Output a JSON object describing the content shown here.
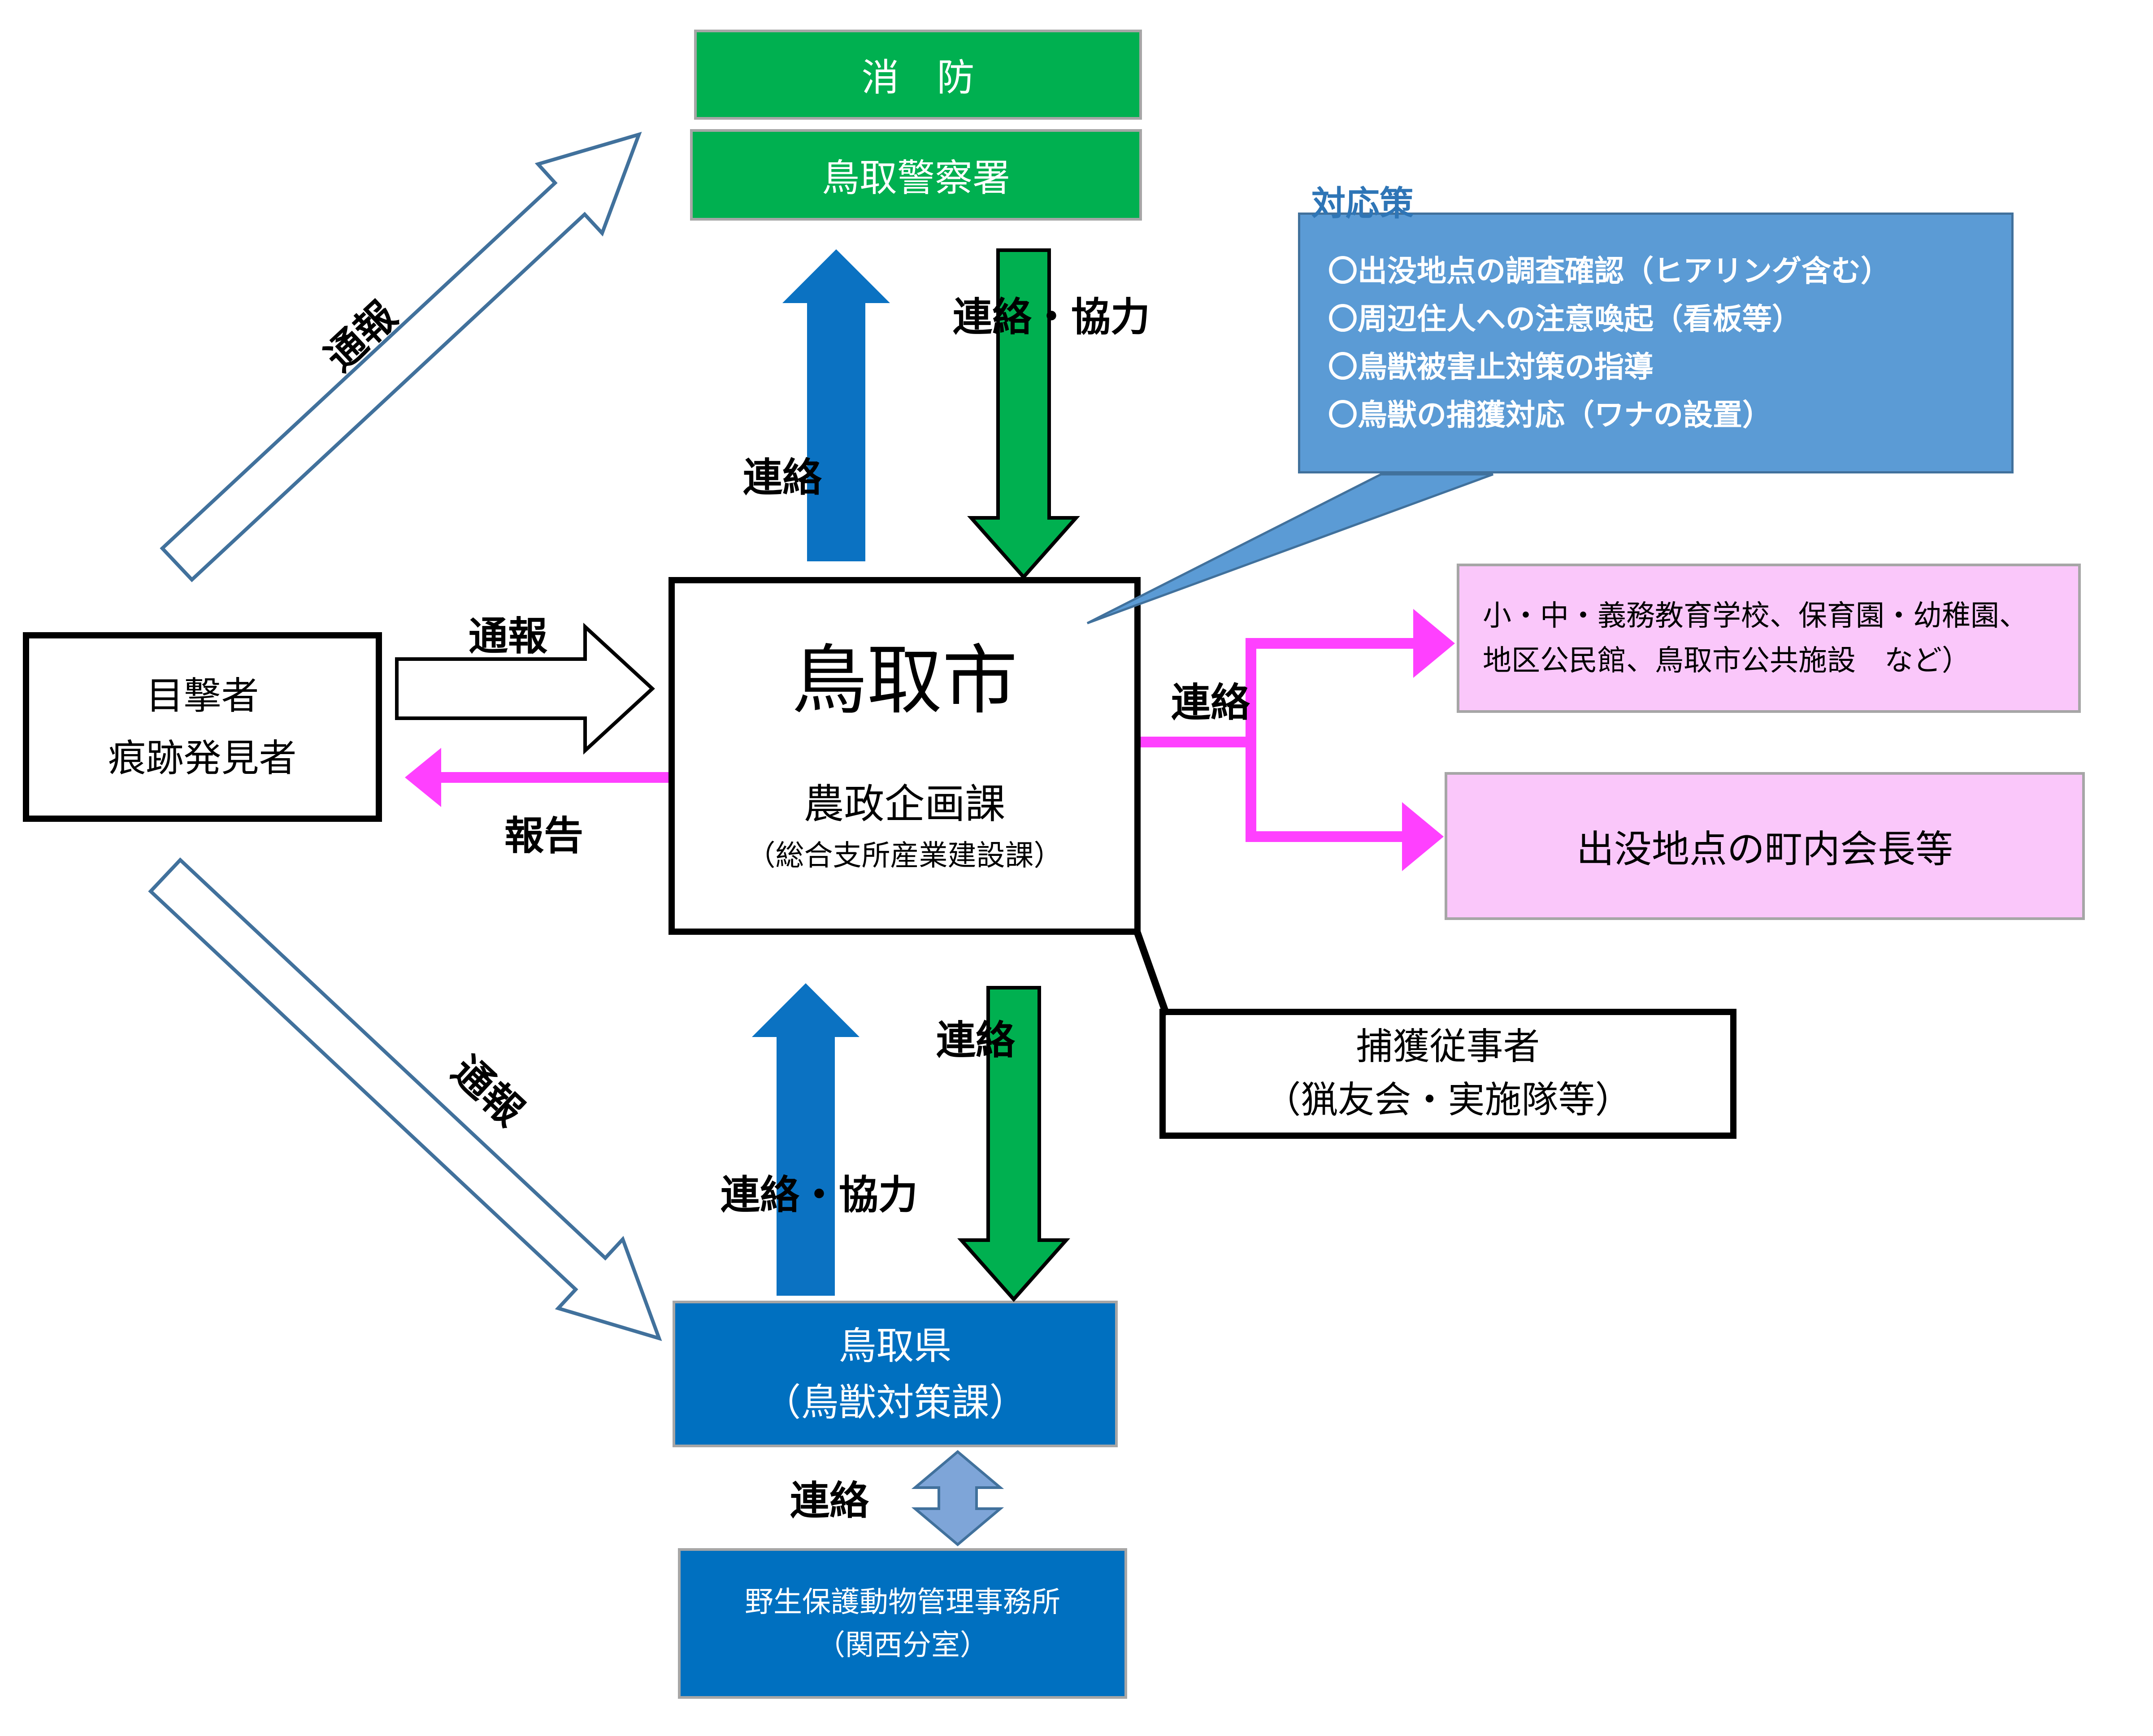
{
  "boxes": {
    "fire": {
      "label": "消　防"
    },
    "police": {
      "label": "鳥取警察署"
    },
    "city": {
      "name": "鳥取市",
      "department": "農政企画課",
      "sub_department": "（総合支所産業建設課）"
    },
    "witness": {
      "line1": "目撃者",
      "line2": "痕跡発見者"
    },
    "countermeasures": {
      "title": "対応策",
      "items": [
        "〇出没地点の調査確認（ヒアリング含む）",
        "〇周辺住人への注意喚起（看板等）",
        "〇鳥獣被害止対策の指導",
        "〇鳥獣の捕獲対応（ワナの設置）"
      ]
    },
    "facilities": {
      "line1": "小・中・義務教育学校、保育園・幼稚園、",
      "line2": "地区公民館、鳥取市公共施設　など）"
    },
    "neighborhood": {
      "label": "出没地点の町内会長等"
    },
    "hunters": {
      "line1": "捕獲従事者",
      "line2": "（猟友会・実施隊等）"
    },
    "prefecture": {
      "line1": "鳥取県",
      "line2": "（鳥獣対策課）"
    },
    "wildlife_office": {
      "line1": "野生保護動物管理事務所",
      "line2": "（関西分室）"
    }
  },
  "arrow_labels": {
    "report_diagonal_top": "通報",
    "report_horizontal": "通報",
    "report_diagonal_bottom": "通報",
    "feedback": "報告",
    "top_blue_up": "連絡",
    "top_green_down": "連絡・協力",
    "bottom_blue_up": "連絡・協力",
    "bottom_green_down": "連絡",
    "to_facilities": "連絡",
    "pref_to_office": "連絡"
  },
  "colors": {
    "green_box": "#00B050",
    "blue_box": "#0070C0",
    "pink_box": "#FAC7FA",
    "bubble_fill": "#5B9BD5",
    "bubble_border": "#41719C",
    "blue_arrow": "#0B72C2",
    "green_arrow": "#00B050",
    "magenta_arrow": "#FF40FF",
    "double_arrow_fill": "#7EA5D8",
    "gray_border": "#A6A6A6",
    "title_text_blue": "#2E75B6"
  }
}
